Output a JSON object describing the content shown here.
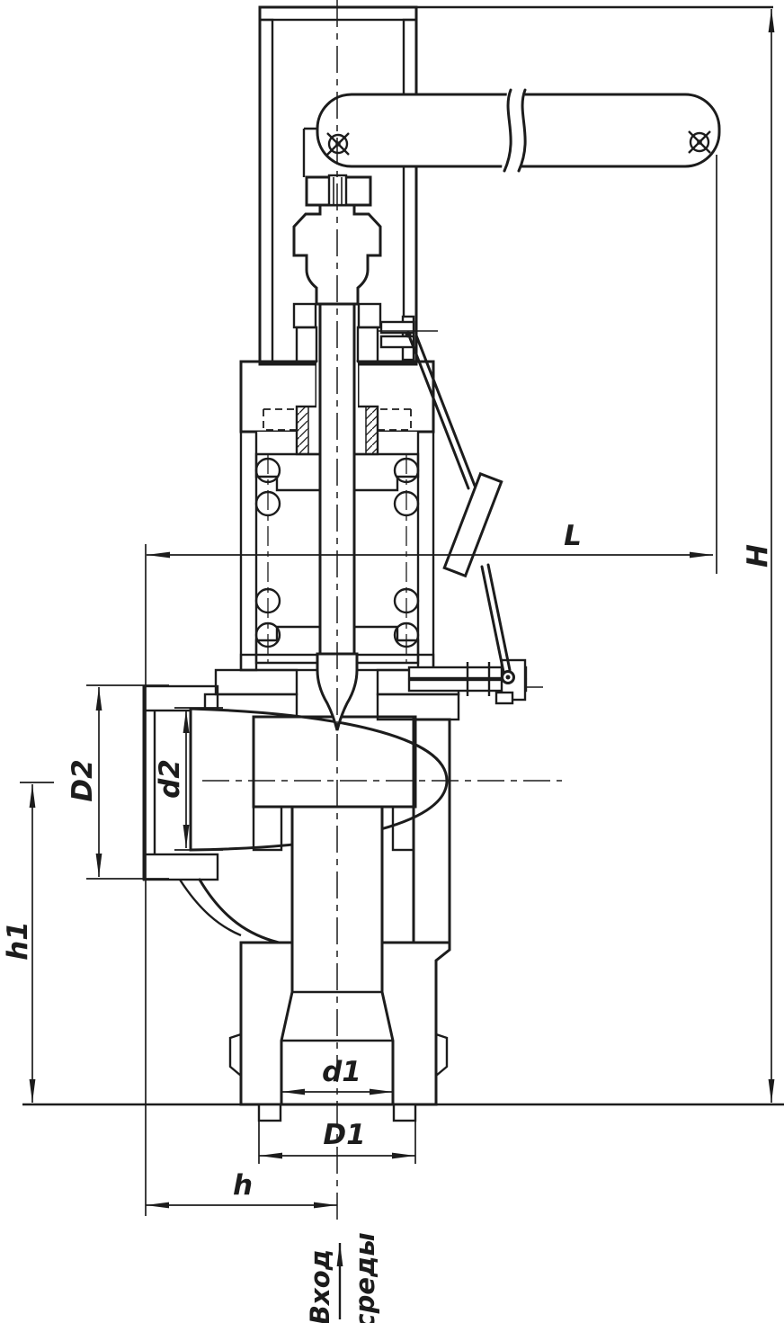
{
  "drawing": {
    "kind": "safety-valve-sectional-drawing",
    "dimension_labels": {
      "L": "L",
      "H": "H",
      "D2": "D2",
      "d2": "d2",
      "h1": "h1",
      "d1": "d1",
      "D1": "D1",
      "h": "h"
    },
    "inlet_annotation": {
      "line1": "Вход",
      "line2": "среды"
    },
    "colors": {
      "line": "#1c1c1c",
      "background": "#ffffff"
    }
  }
}
